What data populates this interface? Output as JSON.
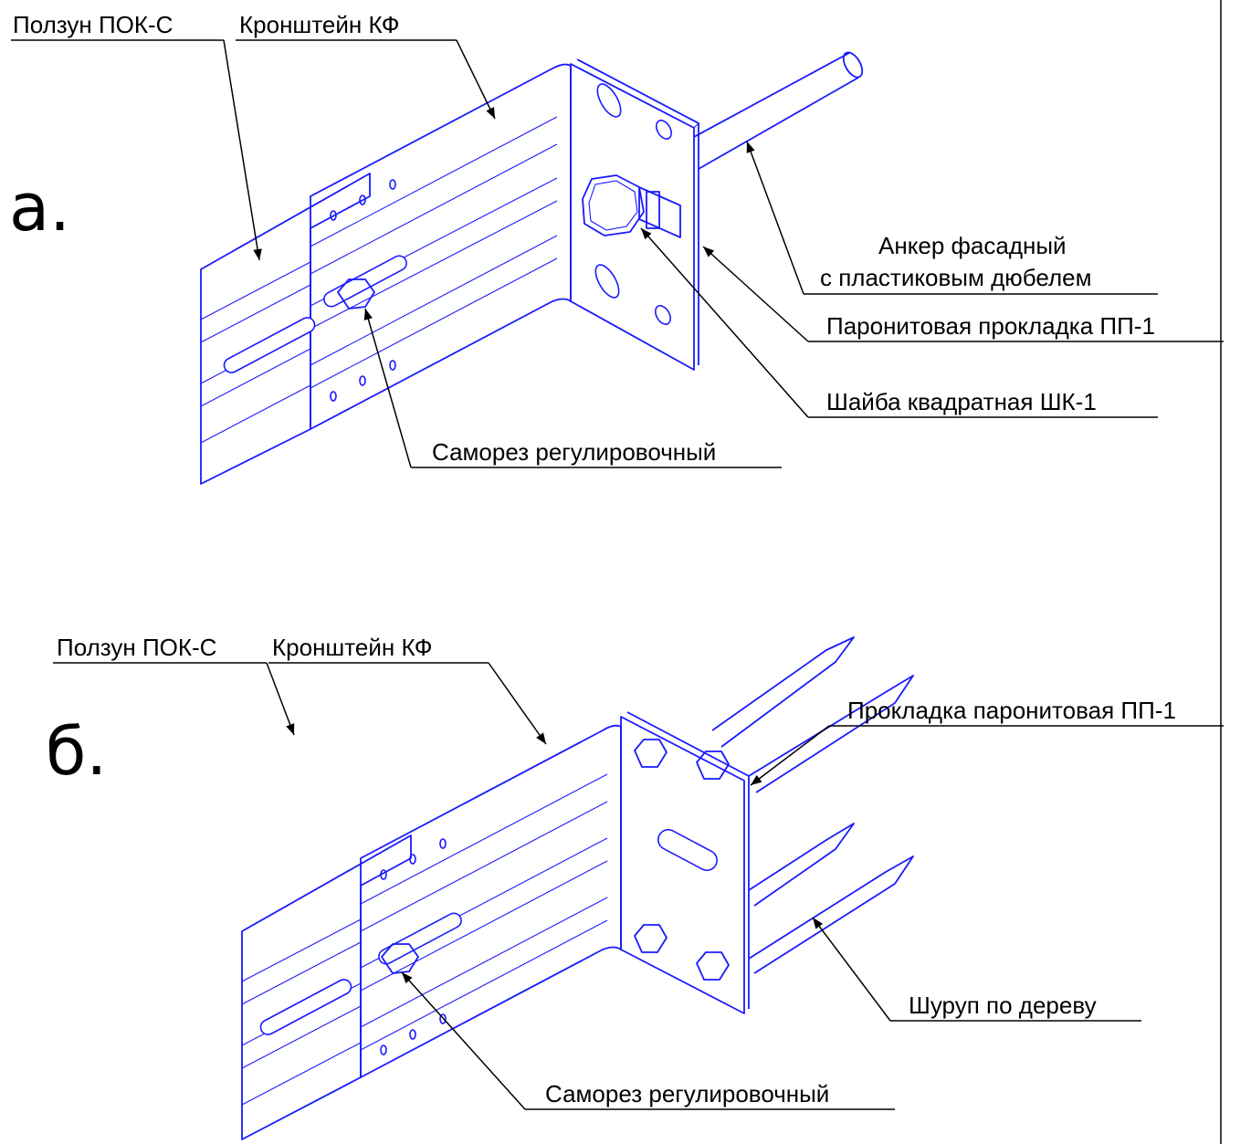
{
  "sections": {
    "a": {
      "letter": "а.",
      "labels": {
        "slider": "Ползун ПОК-С",
        "bracket": "Кронштейн  КФ",
        "anchor_line1": "Анкер фасадный",
        "anchor_line2": "с пластиковым дюбелем",
        "gasket": "Паронитовая прокладка ПП-1",
        "washer": "Шайба квадратная ШК-1",
        "screw": "Саморез регулировочный"
      }
    },
    "b": {
      "letter": "б.",
      "labels": {
        "slider": "Ползун ПОК-С",
        "bracket": "Кронштейн КФ",
        "gasket": "Прокладка паронитовая ПП-1",
        "wood_screw": "Шуруп по дереву",
        "screw": "Саморез регулировочный"
      }
    }
  },
  "colors": {
    "drawing": "#1a1aff",
    "leader": "#000000",
    "background": "#ffffff"
  }
}
